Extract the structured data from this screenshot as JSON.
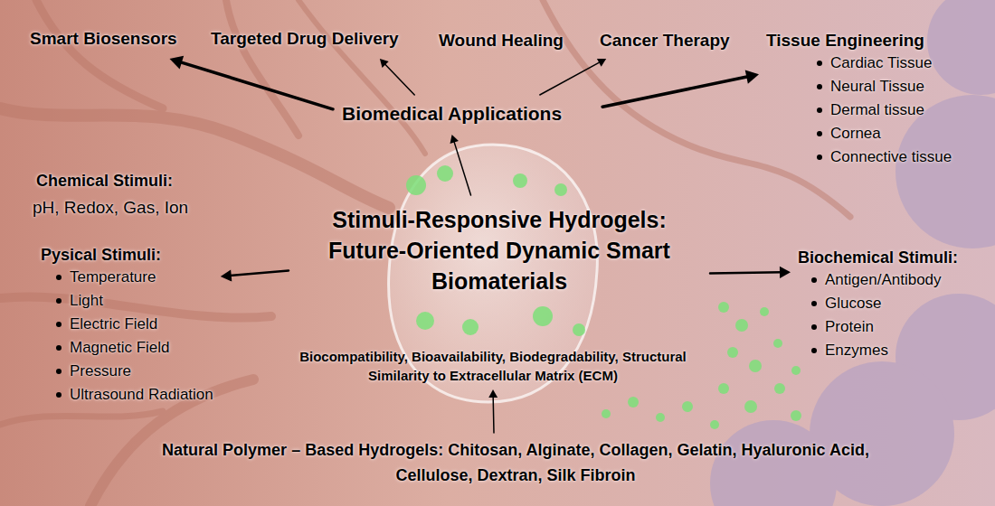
{
  "diagram": {
    "nodes": [
      {
        "text": [
          "Smart Biosensors"
        ]
      },
      {
        "text": [
          "Targeted Drug Delivery"
        ]
      },
      {
        "text": [
          "Wound Healing"
        ]
      },
      {
        "text": [
          "Cancer Therapy"
        ]
      },
      {
        "text": [
          "Tissue Engineering",
          "Cardiac Tissue",
          "Neural Tissue",
          "Dermal tissue",
          "Cornea",
          "Connective tissue"
        ]
      },
      {
        "text": [
          "Biomedical Applications"
        ]
      },
      {
        "text": [
          "Chemical Stimuli:",
          "pH, Redox, Gas, Ion"
        ]
      },
      {
        "text": [
          "Stimuli-Responsive Hydrogels: Future-Oriented Dynamic Smart Biomaterials"
        ]
      },
      {
        "text": [
          "Pysical Stimuli:",
          "Temperature",
          "Light",
          "Electric Field",
          "Magnetic Field",
          "Pressure",
          "Ultrasound Radiation"
        ]
      },
      {
        "text": [
          "Biochemical Stimuli:",
          "Antigen/Antibody",
          "Glucose",
          "Protein",
          "Enzymes"
        ]
      },
      {
        "text": [
          "Biocompatibility, Bioavailability, Biodegradability, Structural Similarity to Extracellular Matrix (ECM)"
        ]
      },
      {
        "text": [
          "Natural Polymer – Based Hydrogels: Chitosan, Alginate, Collagen, Gelatin, Hyaluronic Acid, Cellulose, Dextran, Silk Fibroin"
        ]
      }
    ],
    "edges": [
      {
        "from": 5,
        "to": 0,
        "arrow": "to"
      },
      {
        "from": 5,
        "to": 1,
        "arrow": "to"
      },
      {
        "from": 5,
        "to": 3,
        "arrow": "to"
      },
      {
        "from": 5,
        "to": 4,
        "arrow": "to"
      },
      {
        "from": 7,
        "to": 5,
        "arrow": "to"
      },
      {
        "from": 7,
        "to": 8,
        "arrow": "to"
      },
      {
        "from": 7,
        "to": 9,
        "arrow": "to"
      },
      {
        "from": 11,
        "to": 10,
        "arrow": "to"
      }
    ]
  }
}
